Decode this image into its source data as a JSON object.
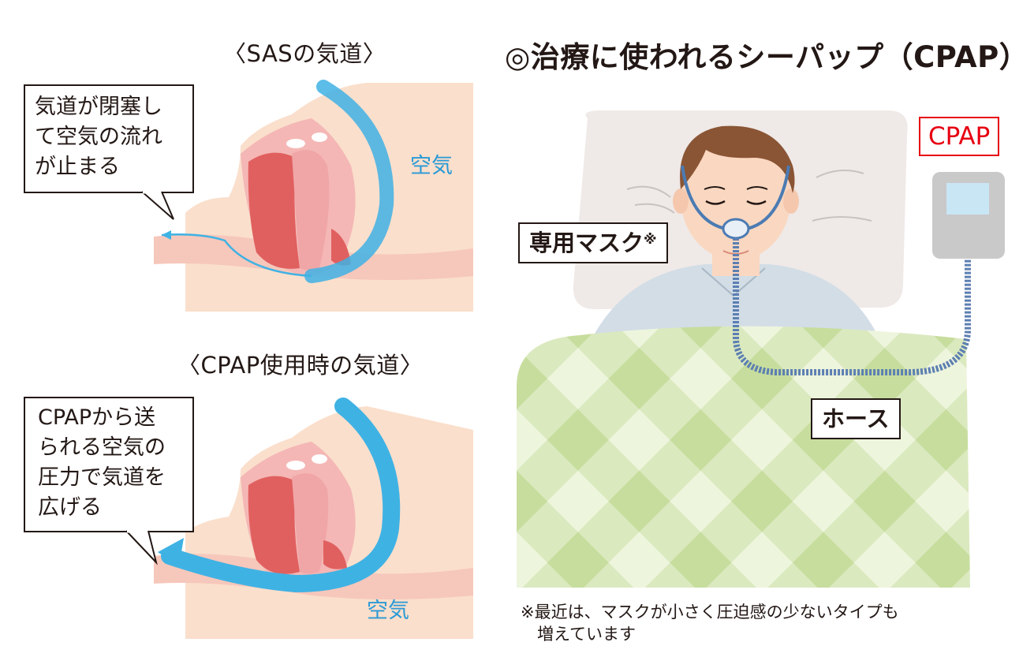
{
  "top_diagram": {
    "title": "〈SASの気道〉",
    "bubble_lines": [
      "気道が閉塞し",
      "て空気の流れ",
      "が止まる"
    ],
    "air_label": "空気"
  },
  "bottom_diagram": {
    "title": "〈CPAP使用時の気道〉",
    "bubble_lines": [
      "CPAPから送",
      "られる空気の",
      "圧力で気道を",
      "広げる"
    ],
    "air_label": "空気"
  },
  "treatment": {
    "title": "◎治療に使われるシーパップ（CPAP）",
    "mask_label": "専用マスク",
    "mask_mark": "※",
    "hose_label": "ホース",
    "device_label": "CPAP",
    "footnote_lines": [
      "※最近は、マスクが小さく圧迫感の少ないタイプも",
      "　増えています"
    ]
  },
  "colors": {
    "skin": "#fadfcc",
    "airway_pink": "#f4b7b5",
    "mouth_red": "#e0605f",
    "air_blue": "#3fb2e4",
    "pillow": "#efe9e7",
    "blanket": "#d6e6b6",
    "device_gray": "#c9c9c9",
    "hair": "#8a5535",
    "shirt": "#d2dde6",
    "cpap_red": "#e60012",
    "air_text": "#2a9ad6"
  }
}
